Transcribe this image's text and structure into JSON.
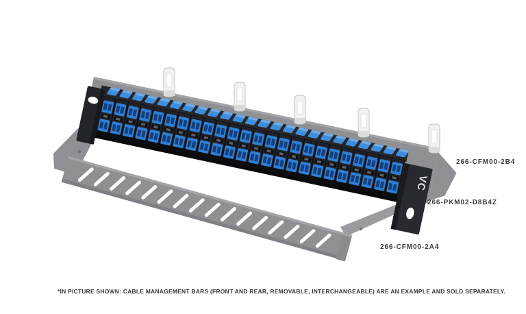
{
  "page": {
    "background": "#ffffff"
  },
  "illustration": {
    "panel_logo": "VC",
    "module_count": 24,
    "rear_slot_count": 17,
    "rear_dash_count": 3,
    "front_slot_count": 16,
    "saddle_count": 5,
    "colors": {
      "bar_gray": "#8f9093",
      "bar_gray_light": "#9b9c9f",
      "panel_dark": "#17181b",
      "panel_top": "#26272b",
      "module_dark": "#212227",
      "adapter_blue": "#2e7fd3",
      "tab_blue": "#3f8edd",
      "port_navy": "#143e7c",
      "saddle_white": "#f1f1f2",
      "slot_white": "#ffffff"
    }
  },
  "callouts": [
    {
      "part": "266-CFM00-2B4",
      "target": "rear-cable-management-bar"
    },
    {
      "part": "266-PKM02-D8B4Z",
      "target": "fiber-patch-panel"
    },
    {
      "part": "266-CFM00-2A4",
      "target": "front-cable-management-bar"
    }
  ],
  "footnote": "*IN PICTURE SHOWN: CABLE MANAGEMENT BARS (FRONT AND REAR, REMOVABLE, INTERCHANGEABLE) ARE AN EXAMPLE AND SOLD SEPARATELY."
}
